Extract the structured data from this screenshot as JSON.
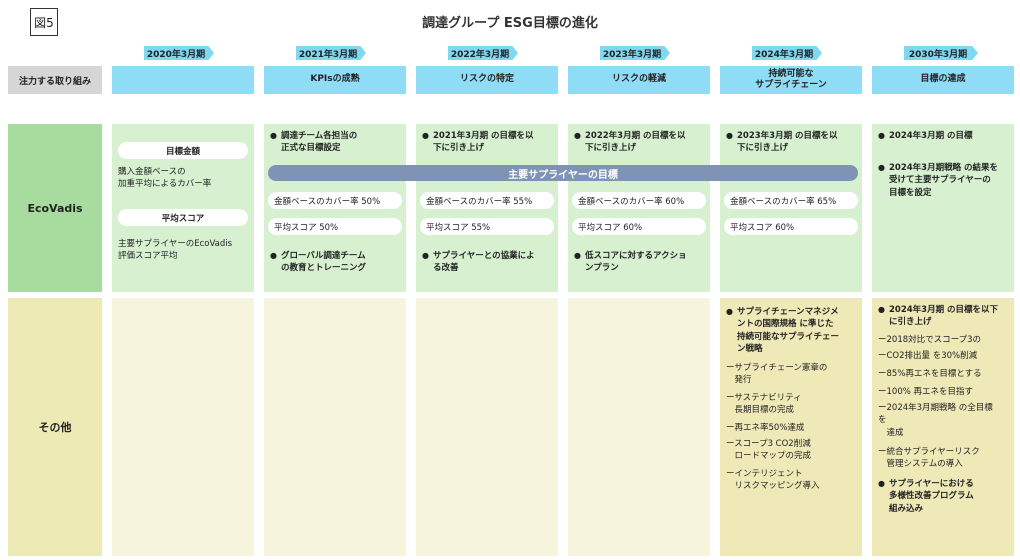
{
  "figure_label": "図5",
  "title": "調達グループ ESG目標の進化",
  "periods": [
    "2020年3月期",
    "2021年3月期",
    "2022年3月期",
    "2023年3月期",
    "2024年3月期",
    "2030年3月期"
  ],
  "focus_label": "注力する取り組み",
  "focus": [
    "",
    "KPIsの成熟",
    "リスクの特定",
    "リスクの軽減",
    "持続可能な\nサプライチェーン",
    "目標の達成"
  ],
  "rows": {
    "ecovadis": "EcoVadis",
    "other": "その他"
  },
  "eco": {
    "col0": {
      "pill1": "目標金額",
      "text1": "購入金額ベースの\n加重平均によるカバー率",
      "pill2": "平均スコア",
      "text2": "主要サプライヤーのEcoVadis\n評価スコア平均"
    },
    "col1": {
      "bullet1": "調達チーム各担当の\n正式な目標設定",
      "pill1": "金額ベースのカバー率 50%",
      "pill2": "平均スコア 50%",
      "bullet2": "グローバル調達チーム\nの教育とトレーニング"
    },
    "col2": {
      "bullet1": "2021年3月期 の目標を以\n下に引き上げ",
      "pill1": "金額ベースのカバー率 55%",
      "pill2": "平均スコア 55%",
      "bullet2": "サプライヤーとの協業によ\nる改善"
    },
    "col3": {
      "bullet1": "2022年3月期 の目標を以\n下に引き上げ",
      "pill1": "金額ベースのカバー率 60%",
      "pill2": "平均スコア 60%",
      "bullet2": "低スコアに対するアクショ\nンプラン"
    },
    "col4": {
      "bullet1": "2023年3月期 の目標を以\n下に引き上げ",
      "pill1": "金額ベースのカバー率 65%",
      "pill2": "平均スコア 60%"
    },
    "col5": {
      "bullet1": "2024年3月期 の目標",
      "bullet2": "2024年3月期戦略 の結果を\n受けて主要サプライヤーの\n目標を設定"
    },
    "banner": "主要サプライヤーの目標"
  },
  "other": {
    "col4": {
      "bullet1": "サプライチェーンマネジメ\nントの国際規格 に準じた\n持続可能なサプライチェー\nン戦略",
      "items": [
        "ーサプライチェーン憲章の\n　発行",
        "ーサステナビリティ\n　長期目標の完成",
        "ー再エネ率50%達成",
        "ースコープ3 CO2削減\n　ロードマップの完成",
        "ーインテリジェント\n　リスクマッピング導入"
      ]
    },
    "col5": {
      "bullet1": "2024年3月期 の目標を以下\nに引き上げ",
      "items": [
        "ー2018対比でスコープ3の",
        "ーCO2排出量 を30%削減",
        "ー85%再エネを目標とする",
        "ー100% 再エネを目指す",
        "ー2024年3月期戦略 の全目標\nを\n　達成",
        "ー統合サプライヤーリスク\n　管理システムの導入"
      ],
      "bullet2": "サプライヤーにおける\n多様性改善プログラム\n組み込み"
    }
  }
}
